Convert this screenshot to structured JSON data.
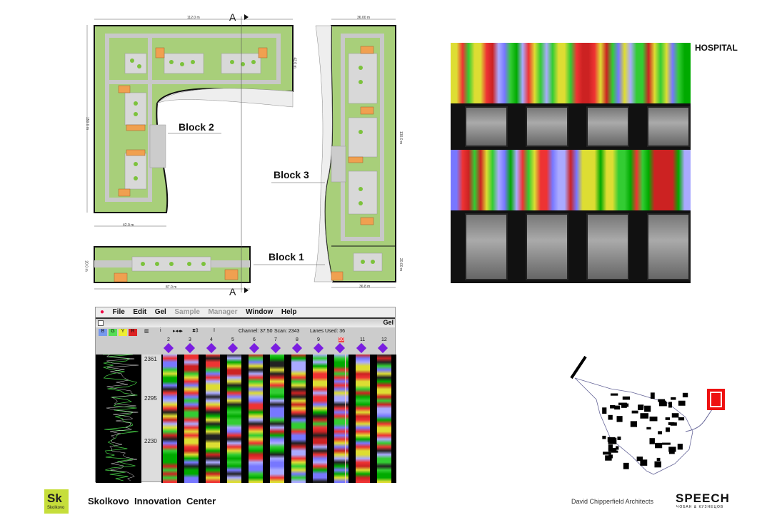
{
  "plans": {
    "section_marker": "A",
    "blocks": [
      "Block 1",
      "Block 2",
      "Block 3"
    ],
    "dimensions": {
      "block2_width": "112.0 m",
      "block2_height": "150.0 m",
      "block2_arm": "42.0 m",
      "block2_wing": "42.0 m",
      "block3_width": "36.00 m",
      "block3_height": "130.0 m",
      "block3_bottom": "36.8 m",
      "block3_low": "20.00 m",
      "block1_width": "87.0 m",
      "block1_height": "20.0 m"
    }
  },
  "hospital": {
    "title": "HOSPITAL"
  },
  "gel_app": {
    "menu": [
      "File",
      "Edit",
      "Gel",
      "Sample",
      "Manager",
      "Window",
      "Help"
    ],
    "disabled_menu": [
      "Sample",
      "Manager"
    ],
    "window_title": "Gel",
    "color_buttons": [
      "B",
      "G",
      "Y",
      "R"
    ],
    "channel": "Channel: 37.50",
    "scan": "Scan: 2343",
    "lanes_used": "Lanes Used: 36",
    "lanes": [
      "2",
      "3",
      "4",
      "5",
      "6",
      "7",
      "8",
      "9",
      "10",
      "11",
      "12"
    ],
    "selected_lane": "10",
    "scan_ticks": [
      "2361",
      "2295",
      "2230"
    ]
  },
  "footer": {
    "logo_mark": "Sk",
    "logo_sub": "Skolkovo",
    "title": "Skolkovo  Innovation  Center",
    "architect": "David Chipperfield Architects",
    "partner": "SPEECH",
    "partner_sub": "ЧОБАН & КУЗНЕЦОВ"
  },
  "colors": {
    "green": "#a8cf7a",
    "path": "#c8c8c8",
    "orange": "#f0a050",
    "logo": "#c6de3a"
  }
}
